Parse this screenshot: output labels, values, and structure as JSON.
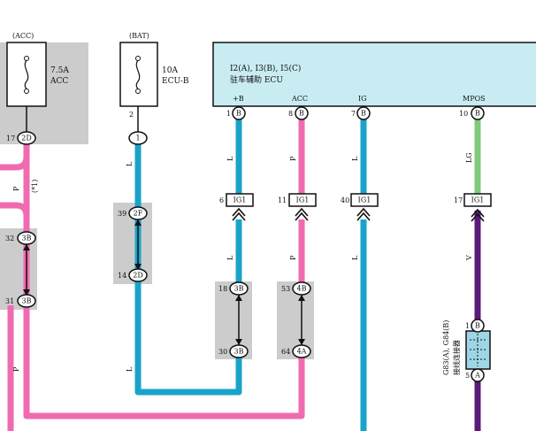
{
  "colors": {
    "L": "#1aa3c9",
    "P": "#f06ab0",
    "LG": "#7dcb7b",
    "V": "#5a1a7a",
    "ecu_fill": "#c9ecf3",
    "shade": "#cccccc",
    "connector_fill": "#9fd6e6"
  },
  "fuse_acc": {
    "supply": "(ACC)",
    "rating": "7.5A",
    "name": "ACC",
    "pin": "17",
    "connector": "2D"
  },
  "fuse_bat": {
    "supply": "(BAT)",
    "rating": "10A",
    "name": "ECU-B",
    "pin_top": "2",
    "pin_bottom": "1"
  },
  "ecu": {
    "title": "I2(A), I3(B), I5(C)",
    "name": "驻车辅助 ECU",
    "terminals": [
      {
        "label": "+B",
        "pin": "1",
        "conn": "B"
      },
      {
        "label": "ACC",
        "pin": "8",
        "conn": "B"
      },
      {
        "label": "IG",
        "pin": "7",
        "conn": "B"
      },
      {
        "label": "MPOS",
        "pin": "10",
        "conn": "B"
      }
    ]
  },
  "ig1_connectors": [
    {
      "pin": "6",
      "name": "IG1"
    },
    {
      "pin": "11",
      "name": "IG1"
    },
    {
      "pin": "40",
      "name": "IG1"
    },
    {
      "pin": "17",
      "name": "IG1"
    }
  ],
  "junctions": {
    "left_top_pin": "32",
    "left_top": "3B",
    "left_bot_pin": "31",
    "left_bot": "3B",
    "bat_top_pin": "39",
    "bat_top": "2F",
    "bat_bot_pin": "14",
    "bat_bot": "2D",
    "b_top_pin": "18",
    "b_top": "3B",
    "b_bot_pin": "30",
    "b_bot": "3B",
    "acc_top_pin": "53",
    "acc_top": "4B",
    "acc_bot_pin": "64",
    "acc_bot": "4A"
  },
  "wire_labels": {
    "p": "P",
    "l": "L",
    "lg": "LG",
    "v": "V",
    "note": "(*1)"
  },
  "splice": {
    "line1": "G83(A), G84(B)",
    "line2": "接线连接器",
    "pin_top": "1",
    "conn_top": "B",
    "pin_bottom": "5",
    "conn_bottom": "A"
  }
}
